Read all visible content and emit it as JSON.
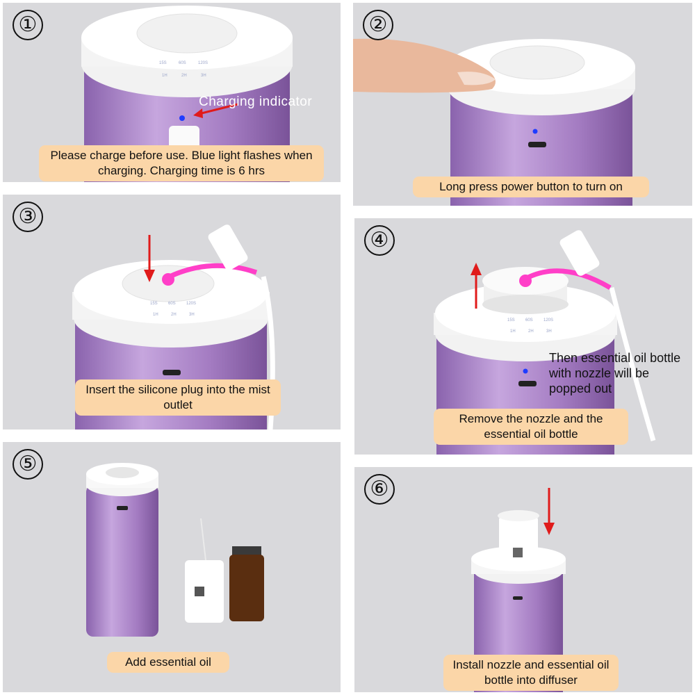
{
  "steps": [
    {
      "number": "①",
      "caption": "Please charge before use. Blue light flashes when charging. Charging time is 6 hrs",
      "label": "Charging indicator"
    },
    {
      "number": "②",
      "caption": "Long press power button to turn on"
    },
    {
      "number": "③",
      "caption": "Insert the silicone plug into the mist outlet"
    },
    {
      "number": "④",
      "caption": "Remove the nozzle and the essential oil bottle",
      "note": "Then essential oil bottle with nozzle will be popped out"
    },
    {
      "number": "⑤",
      "caption": "Add essential oil"
    },
    {
      "number": "⑥",
      "caption": "Install nozzle and essential oil bottle into diffuser"
    }
  ],
  "device_labels": [
    "15S",
    "60S",
    "120S",
    "1H",
    "2H",
    "3H"
  ],
  "colors": {
    "panel_bg": "#d9d9dc",
    "caption_bg": "#fbd6a8",
    "device_body": "#a77fc4",
    "arrow": "#e01b1b",
    "plug": "#ff3fc8",
    "indicator": "#1f3cff"
  }
}
